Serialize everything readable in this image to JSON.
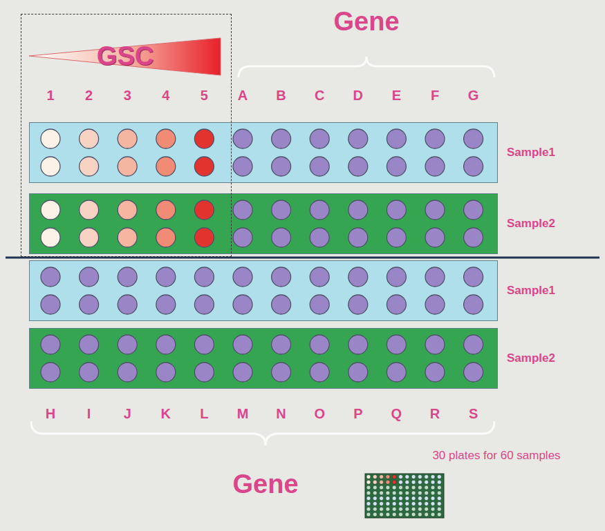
{
  "diagram": {
    "nodes": [
      {
        "text": [
          "GSC"
        ]
      },
      {
        "text": [
          "Sample1"
        ]
      },
      {
        "text": [
          "Sample2"
        ]
      },
      {
        "text": [
          "Sample1"
        ]
      },
      {
        "text": [
          "Sample2"
        ]
      }
    ],
    "labels": [
      "Gene",
      "1",
      "2",
      "3",
      "4",
      "5",
      "A",
      "B",
      "C",
      "D",
      "E",
      "F",
      "G",
      "H",
      "I",
      "J",
      "K",
      "L",
      "M",
      "N",
      "O",
      "P",
      "Q",
      "R",
      "S",
      "Gene",
      "30 plates for 60 samples"
    ]
  }
}
